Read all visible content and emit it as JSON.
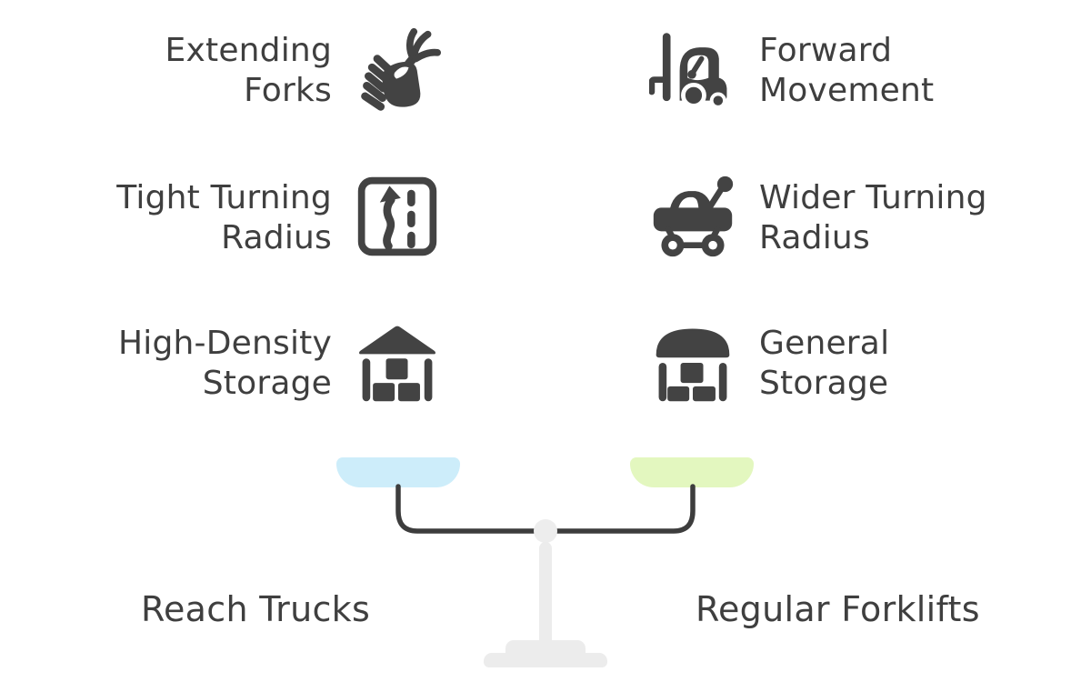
{
  "diagram": {
    "kind": "balance-comparison",
    "left": {
      "title": "Reach Trucks",
      "pan_color": "#cdedfa",
      "items": [
        {
          "line1": "Extending",
          "line2": "Forks",
          "icon": "hand-fork-icon"
        },
        {
          "line1": "Tight Turning",
          "line2": "Radius",
          "icon": "route-icon"
        },
        {
          "line1": "High-Density",
          "line2": "Storage",
          "icon": "warehouse-peak-icon"
        }
      ]
    },
    "right": {
      "title": "Regular Forklifts",
      "pan_color": "#e3f7bf",
      "items": [
        {
          "line1": "Forward",
          "line2": "Movement",
          "icon": "forklift-icon"
        },
        {
          "line1": "Wider Turning",
          "line2": "Radius",
          "icon": "buggy-icon"
        },
        {
          "line1": "General",
          "line2": "Storage",
          "icon": "warehouse-dome-icon"
        }
      ]
    },
    "colors": {
      "ink": "#3f3f3f",
      "icon": "#434343",
      "beam": "#3d3d3d",
      "stand": "#ececec",
      "pivot": "#ededed",
      "left_pan": "#cdedfa",
      "right_pan": "#e3f7bf",
      "background": "#ffffff"
    }
  }
}
